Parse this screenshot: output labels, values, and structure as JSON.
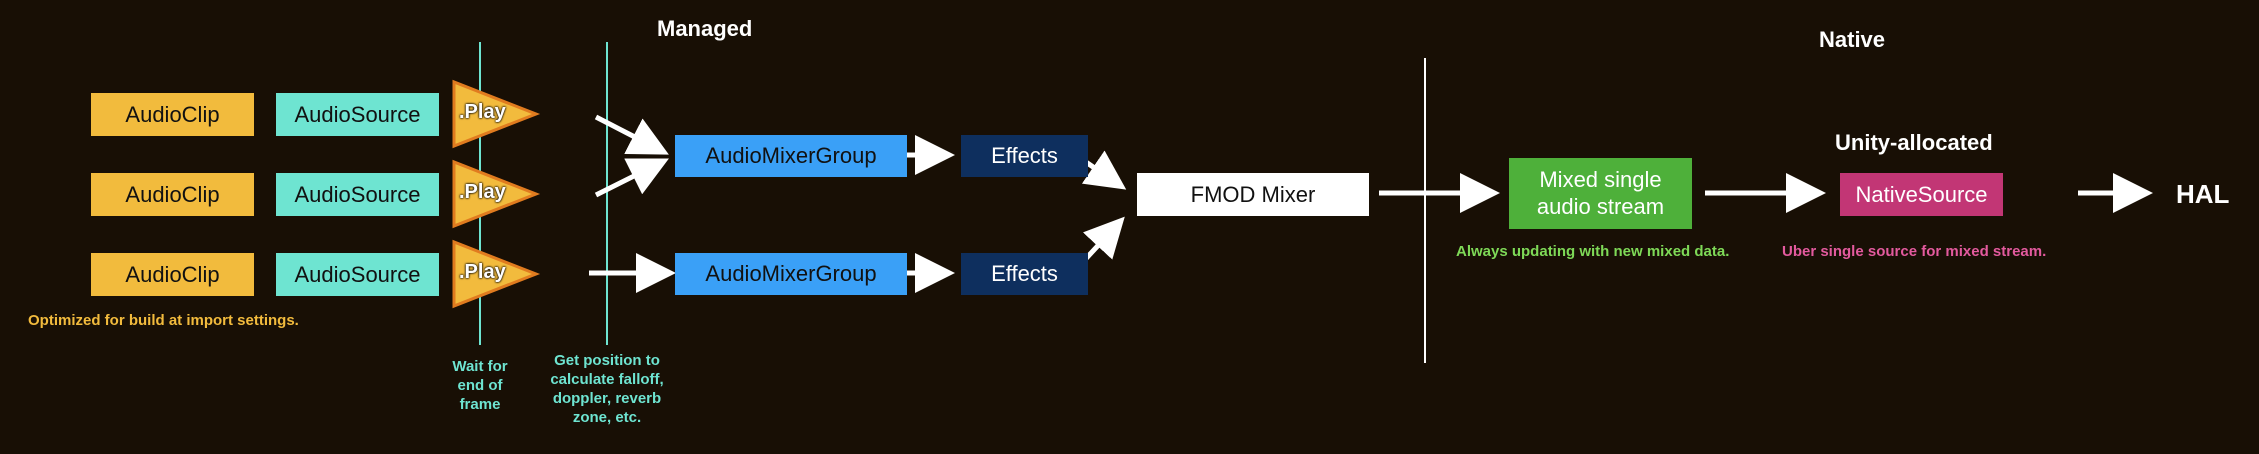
{
  "headings": {
    "managed": "Managed",
    "native": "Native",
    "unity_allocated": "Unity-allocated"
  },
  "rows": [
    {
      "clip": "AudioClip",
      "source": "AudioSource",
      "play": ".Play"
    },
    {
      "clip": "AudioClip",
      "source": "AudioSource",
      "play": ".Play"
    },
    {
      "clip": "AudioClip",
      "source": "AudioSource",
      "play": ".Play"
    }
  ],
  "mixer_groups": [
    "AudioMixerGroup",
    "AudioMixerGroup"
  ],
  "effects": [
    "Effects",
    "Effects"
  ],
  "fmod_mixer": "FMOD Mixer",
  "mixed_stream": [
    "Mixed single",
    "audio stream"
  ],
  "native_source": "NativeSource",
  "hal": "HAL",
  "notes": {
    "import_settings": "Optimized for build at import settings.",
    "wait_frame": [
      "Wait for",
      "end of",
      "frame"
    ],
    "get_position": [
      "Get position to",
      "calculate falloff,",
      "doppler, reverb",
      "zone, etc."
    ],
    "always_updating": "Always updating with new mixed data.",
    "uber_source": "Uber single source for mixed stream."
  },
  "colors": {
    "background": "#180f05",
    "audio_clip": "#f2bb3d",
    "audio_source": "#6ee4d1",
    "mixer_group": "#3aa0f7",
    "effects": "#0e2f5e",
    "mixed_stream": "#4eb03a",
    "native_source": "#c23675",
    "note_yellow": "#f2bb3d",
    "note_cyan": "#6ee4d1",
    "note_green": "#7ed957",
    "note_pink": "#e35a9e"
  }
}
